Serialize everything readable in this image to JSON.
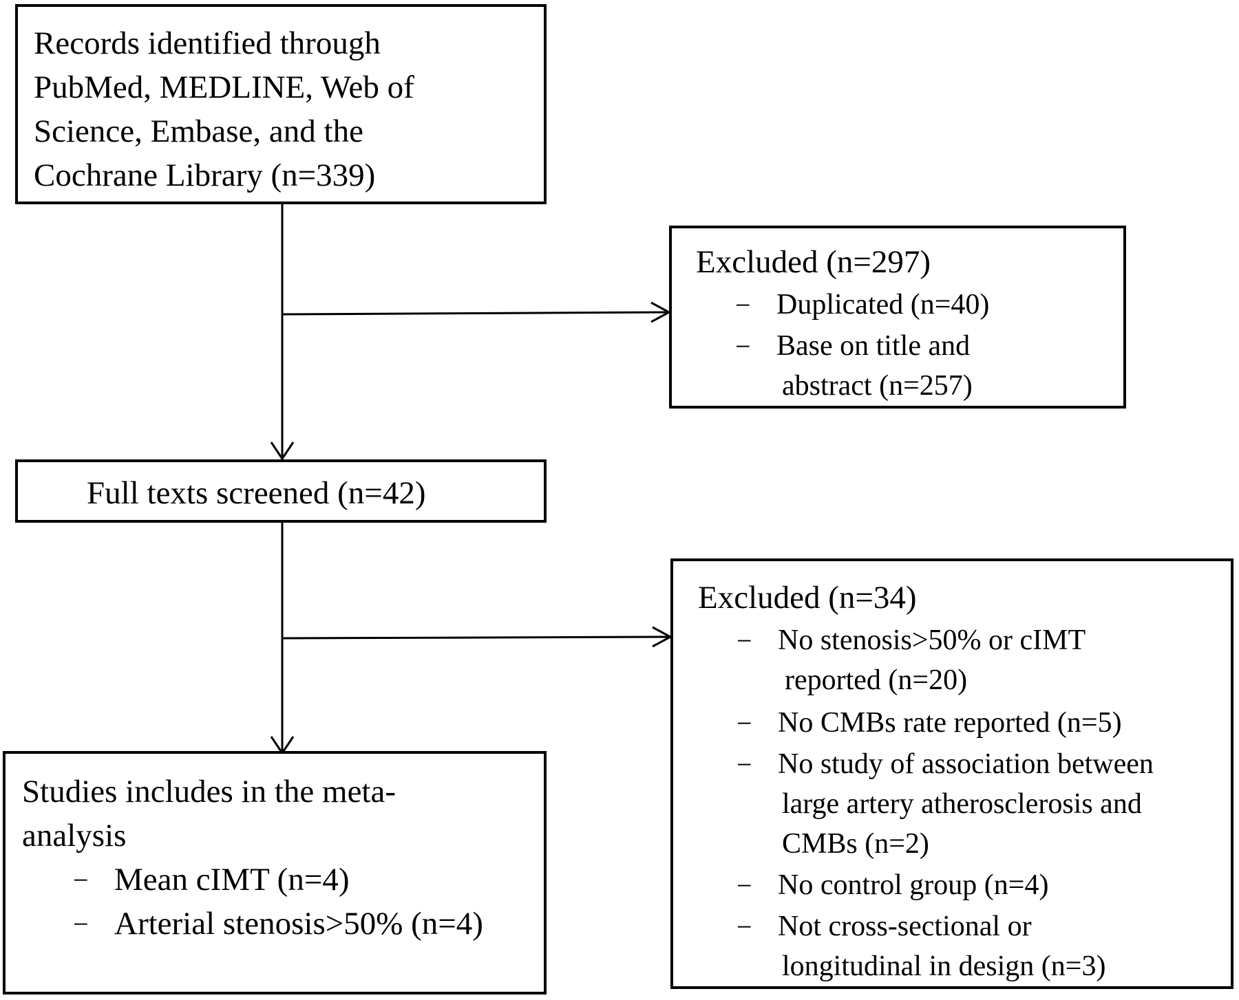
{
  "records_box": {
    "lines": [
      "Records identified through",
      "PubMed, MEDLINE, Web of",
      "Science, Embase, and the",
      "Cochrane Library (n=339)"
    ]
  },
  "excluded_1": {
    "title": "Excluded (n=297)",
    "items": [
      {
        "lines": [
          "Duplicated (n=40)"
        ]
      },
      {
        "lines": [
          "Base on title and",
          "abstract (n=257)"
        ]
      }
    ]
  },
  "fulltext_box": {
    "label": "Full texts screened (n=42)"
  },
  "excluded_2": {
    "title": "Excluded (n=34)",
    "items": [
      {
        "lines": [
          "No  stenosis>50% or cIMT",
          "reported (n=20)"
        ]
      },
      {
        "lines": [
          "No CMBs rate reported (n=5)"
        ]
      },
      {
        "lines": [
          "No study of association between",
          "large artery atherosclerosis and",
          "CMBs (n=2)"
        ]
      },
      {
        "lines": [
          "No control group (n=4)"
        ]
      },
      {
        "lines": [
          "Not cross-sectional or",
          "longitudinal in design (n=3)"
        ]
      }
    ]
  },
  "included_box": {
    "lines": [
      "Studies includes in the meta-",
      "analysis"
    ],
    "items": [
      {
        "lines": [
          "Mean cIMT (n=4)"
        ]
      },
      {
        "lines": [
          "Arterial stenosis>50% (n=4)"
        ]
      }
    ]
  },
  "bullet_symbol": "−"
}
